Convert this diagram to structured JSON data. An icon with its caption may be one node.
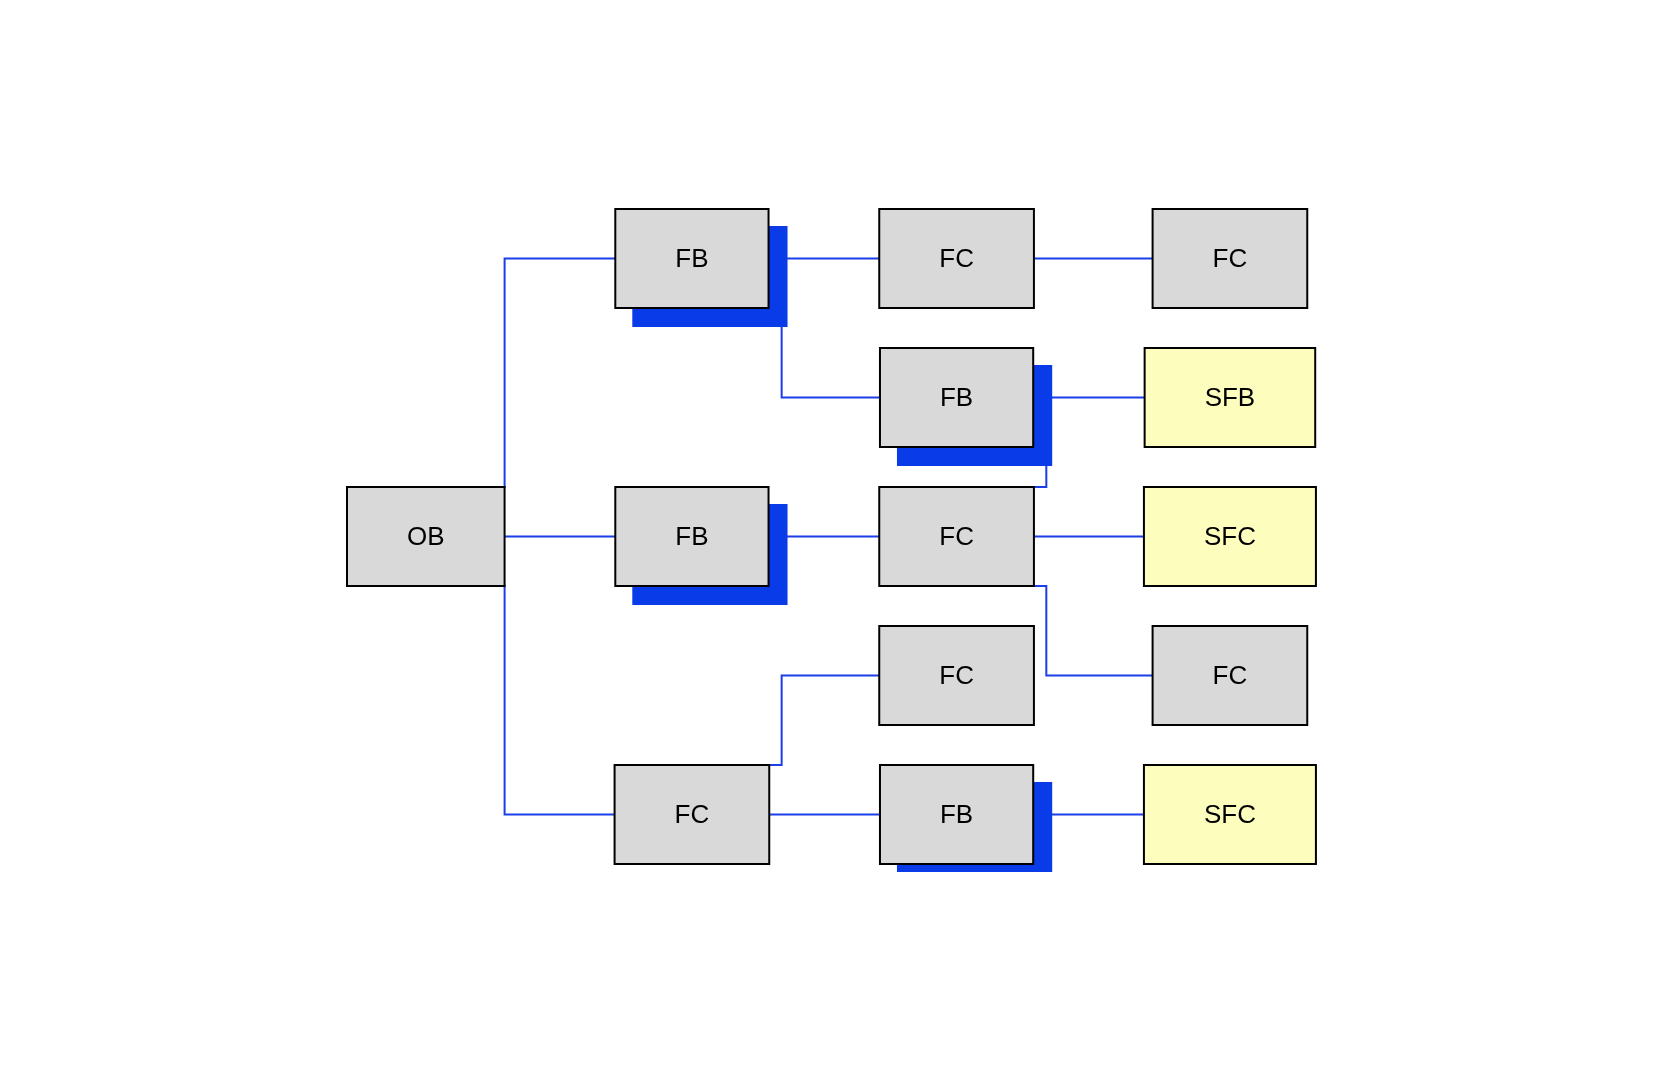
{
  "diagram": {
    "nodes": [
      {
        "text": [
          "OB"
        ]
      },
      {
        "text": [
          "FB"
        ]
      },
      {
        "text": [
          "FB"
        ]
      },
      {
        "text": [
          "FC"
        ]
      },
      {
        "text": [
          "FC"
        ]
      },
      {
        "text": [
          "FB"
        ]
      },
      {
        "text": [
          "FC"
        ]
      },
      {
        "text": [
          "FC"
        ]
      },
      {
        "text": [
          "FB"
        ]
      },
      {
        "text": [
          "FC"
        ]
      },
      {
        "text": [
          "SFB"
        ]
      },
      {
        "text": [
          "SFC"
        ]
      },
      {
        "text": [
          "FC"
        ]
      },
      {
        "text": [
          "SFC"
        ]
      }
    ],
    "edges": [
      {
        "from": 0,
        "to": 1,
        "arrow": "none"
      },
      {
        "from": 0,
        "to": 2,
        "arrow": "none"
      },
      {
        "from": 0,
        "to": 3,
        "arrow": "none"
      },
      {
        "from": 1,
        "to": 4,
        "arrow": "none"
      },
      {
        "from": 1,
        "to": 5,
        "arrow": "none"
      },
      {
        "from": 2,
        "to": 6,
        "arrow": "none"
      },
      {
        "from": 3,
        "to": 7,
        "arrow": "none"
      },
      {
        "from": 3,
        "to": 8,
        "arrow": "none"
      },
      {
        "from": 4,
        "to": 9,
        "arrow": "none"
      },
      {
        "from": 6,
        "to": 10,
        "arrow": "none"
      },
      {
        "from": 6,
        "to": 11,
        "arrow": "none"
      },
      {
        "from": 6,
        "to": 12,
        "arrow": "none"
      },
      {
        "from": 8,
        "to": 13,
        "arrow": "none"
      }
    ]
  }
}
